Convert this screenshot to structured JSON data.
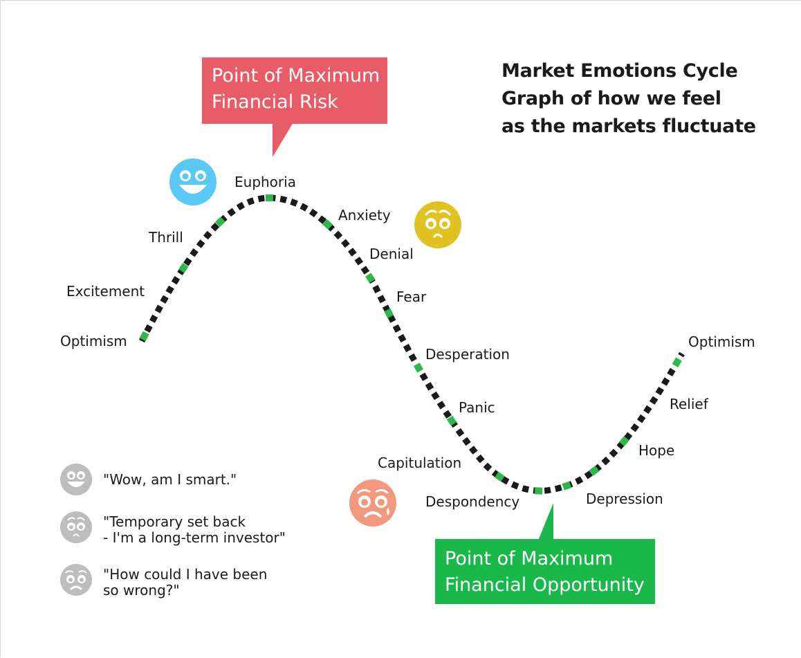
{
  "title": {
    "lines": [
      "Market Emotions Cycle",
      "Graph of how we feel",
      "as the markets fluctuate"
    ]
  },
  "callouts": {
    "risk": {
      "lines": [
        "Point of Maximum",
        "Financial Risk"
      ],
      "color": "#e85c67"
    },
    "opportunity": {
      "lines": [
        "Point of Maximum",
        "Financial Opportunity"
      ],
      "color": "#1ab74a"
    }
  },
  "stages": {
    "optimism_start": "Optimism",
    "excitement": "Excitement",
    "thrill": "Thrill",
    "euphoria": "Euphoria",
    "anxiety": "Anxiety",
    "denial": "Denial",
    "fear": "Fear",
    "desperation": "Desperation",
    "panic": "Panic",
    "capitulation": "Capitulation",
    "despondency": "Despondency",
    "depression": "Depression",
    "hope": "Hope",
    "relief": "Relief",
    "optimism_end": "Optimism"
  },
  "legend": [
    {
      "icon": "smiling-face-icon",
      "lines": [
        "\"Wow, am I smart.\""
      ]
    },
    {
      "icon": "worried-face-icon",
      "lines": [
        "\"Temporary set back",
        "- I'm a long-term investor\""
      ]
    },
    {
      "icon": "distressed-face-icon",
      "lines": [
        "\"How could I have been",
        "so wrong?\""
      ]
    }
  ],
  "colors": {
    "curve_dash_dark": "#1a1a1a",
    "curve_dash_accent": "#2eb84b",
    "euphoria_face": "#5cc8f5",
    "anxiety_face": "#e0c322",
    "capitulation_face": "#f2987c",
    "legend_face": "#bdbdbd"
  }
}
